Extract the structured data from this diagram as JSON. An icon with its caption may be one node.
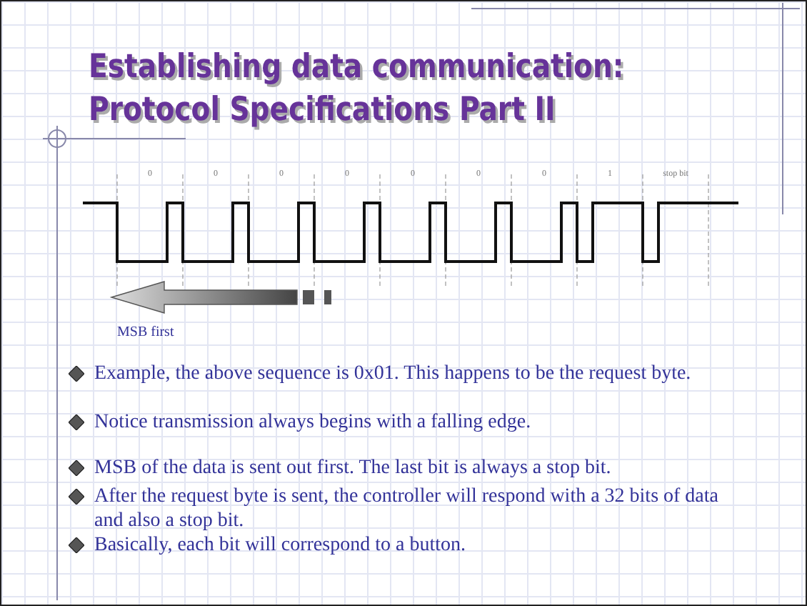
{
  "diagram": {
    "title": "Establishing data communication: Protocol Specifications Part II",
    "labels": [
      "0",
      "0",
      "0",
      "0",
      "0",
      "0",
      "0",
      "1",
      "stop bit",
      "MSB first",
      "Example, the above sequence is 0x01.  This happens to be the request byte.",
      "Notice transmission always begins with a falling edge.",
      "MSB of the data is sent out first. The last bit is always a stop bit.",
      "After the request byte is sent, the controller will respond with a 32 bits of data and also a stop bit.",
      "Basically, each bit will correspond to a button."
    ]
  }
}
